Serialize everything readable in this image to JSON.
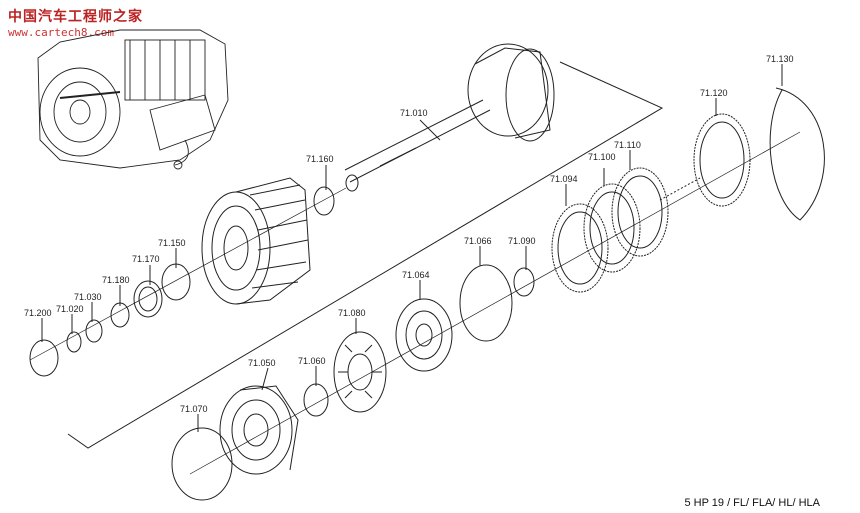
{
  "watermark": {
    "title": "中国汽车工程师之家",
    "url": "www.cartech8.com"
  },
  "footer": "5 HP 19 / FL/ FLA/ HL/ HLA",
  "parts": [
    "71.010",
    "71.160",
    "71.150",
    "71.170",
    "71.180",
    "71.030",
    "71.020",
    "71.200",
    "71.050",
    "71.060",
    "71.070",
    "71.080",
    "71.064",
    "71.066",
    "71.090",
    "71.094",
    "71.100",
    "71.110",
    "71.120",
    "71.130"
  ],
  "colors": {
    "ink": "#222222",
    "watermark": "#b22222"
  }
}
